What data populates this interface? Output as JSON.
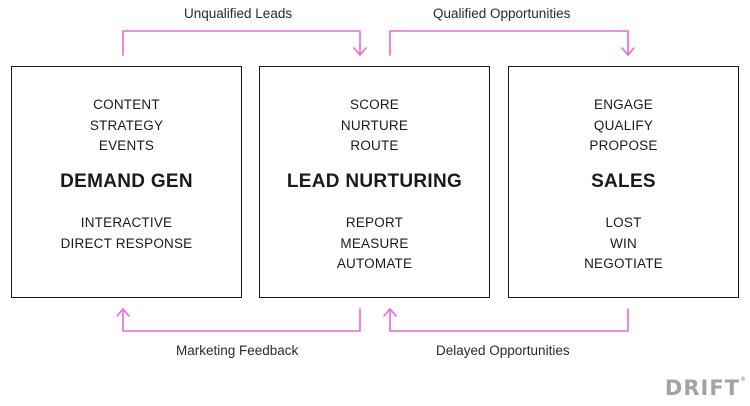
{
  "colors": {
    "arrow": "#ee66d8",
    "border": "#1a1a1a",
    "logo": "#a3a3a3"
  },
  "flows": {
    "top_left": "Unqualified Leads",
    "top_right": "Qualified Opportunities",
    "bottom_left": "Marketing Feedback",
    "bottom_right": "Delayed Opportunities"
  },
  "boxes": [
    {
      "title": "DEMAND GEN",
      "top_items": [
        "CONTENT",
        "STRATEGY",
        "EVENTS"
      ],
      "bottom_items": [
        "INTERACTIVE",
        "DIRECT RESPONSE"
      ]
    },
    {
      "title": "LEAD NURTURING",
      "top_items": [
        "SCORE",
        "NURTURE",
        "ROUTE"
      ],
      "bottom_items": [
        "REPORT",
        "MEASURE",
        "AUTOMATE"
      ]
    },
    {
      "title": "SALES",
      "top_items": [
        "ENGAGE",
        "QUALIFY",
        "PROPOSE"
      ],
      "bottom_items": [
        "LOST",
        "WIN",
        "NEGOTIATE"
      ]
    }
  ],
  "logo": {
    "text": "DRIFT",
    "mark": "®"
  }
}
